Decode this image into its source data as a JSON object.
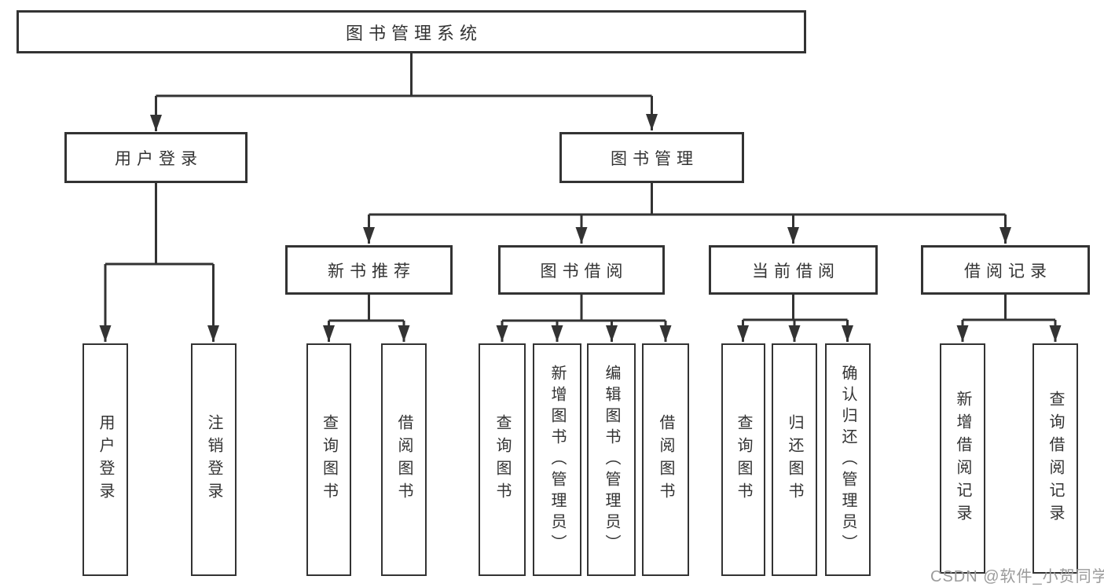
{
  "diagram": {
    "root": {
      "label": "图书管理系统"
    },
    "level2": [
      {
        "id": "user-login",
        "label": "用户登录"
      },
      {
        "id": "book-management",
        "label": "图书管理"
      }
    ],
    "level3": [
      {
        "id": "new-book-recommend",
        "label": "新书推荐"
      },
      {
        "id": "book-borrow",
        "label": "图书借阅"
      },
      {
        "id": "current-borrow",
        "label": "当前借阅"
      },
      {
        "id": "borrow-records",
        "label": "借阅记录"
      }
    ],
    "leaves": [
      {
        "id": "leaf-user-login",
        "parent": "user-login",
        "label": "用户登录"
      },
      {
        "id": "leaf-logout",
        "parent": "user-login",
        "label": "注销登录"
      },
      {
        "id": "leaf-query-book-1",
        "parent": "new-book-recommend",
        "label": "查询图书"
      },
      {
        "id": "leaf-borrow-book-1",
        "parent": "new-book-recommend",
        "label": "借阅图书"
      },
      {
        "id": "leaf-query-book-2",
        "parent": "book-borrow",
        "label": "查询图书"
      },
      {
        "id": "leaf-add-book-admin",
        "parent": "book-borrow",
        "label": "新增图书（管理员）"
      },
      {
        "id": "leaf-edit-book-admin",
        "parent": "book-borrow",
        "label": "编辑图书（管理员）"
      },
      {
        "id": "leaf-borrow-book-2",
        "parent": "book-borrow",
        "label": "借阅图书"
      },
      {
        "id": "leaf-query-book-3",
        "parent": "current-borrow",
        "label": "查询图书"
      },
      {
        "id": "leaf-return-book",
        "parent": "current-borrow",
        "label": "归还图书"
      },
      {
        "id": "leaf-confirm-return-admin",
        "parent": "current-borrow",
        "label": "确认归还（管理员）"
      },
      {
        "id": "leaf-add-borrow-record",
        "parent": "borrow-records",
        "label": "新增借阅记录"
      },
      {
        "id": "leaf-query-borrow-record",
        "parent": "borrow-records",
        "label": "查询借阅记录"
      }
    ]
  },
  "watermark": {
    "text": "CSDN @软件_小贺同学"
  },
  "colors": {
    "line": "#333333",
    "box_border": "#333333",
    "box_fill": "#ffffff",
    "text": "#333333",
    "watermark_text": "#9b9b9b",
    "background": "#ffffff"
  }
}
